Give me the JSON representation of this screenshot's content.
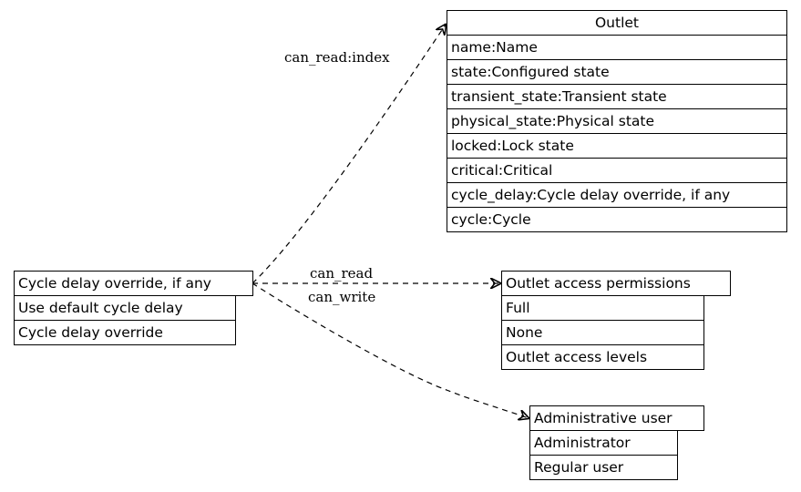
{
  "nodes": {
    "outlet": {
      "title": "Outlet",
      "rows": [
        "name:Name",
        "state:Configured state",
        "transient_state:Transient state",
        "physical_state:Physical state",
        "locked:Lock state",
        "critical:Critical",
        "cycle_delay:Cycle delay override, if any",
        "cycle:Cycle"
      ]
    },
    "cycle_delay": {
      "title": "Cycle delay override, if any",
      "rows": [
        "Use default cycle delay",
        "Cycle delay override"
      ]
    },
    "permissions": {
      "title": "Outlet access permissions",
      "rows": [
        "Full",
        "None",
        "Outlet access levels"
      ]
    },
    "admin_user": {
      "title": "Administrative user",
      "rows": [
        "Administrator",
        "Regular user"
      ]
    }
  },
  "edges": {
    "can_read_index": "can_read:index",
    "can_read": "can_read",
    "can_write": "can_write"
  }
}
